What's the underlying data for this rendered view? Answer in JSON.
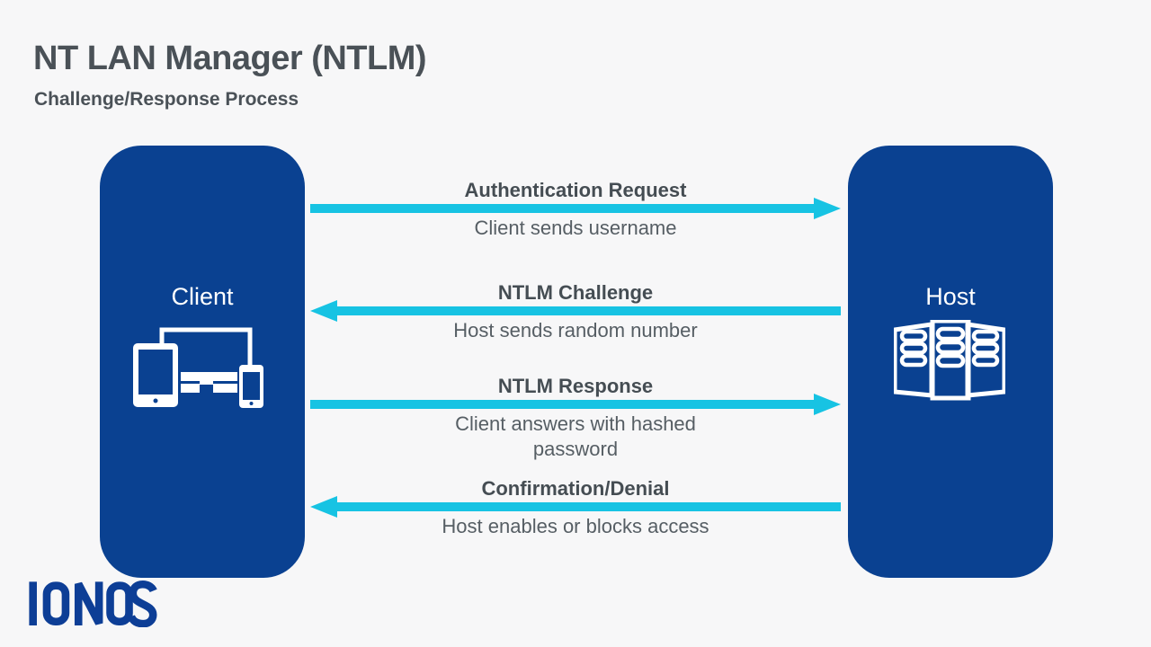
{
  "header": {
    "title": "NT LAN Manager (NTLM)",
    "subtitle": "Challenge/Response Process"
  },
  "nodes": {
    "client": {
      "label": "Client",
      "icon": "devices-icon"
    },
    "host": {
      "label": "Host",
      "icon": "server-rack-icon"
    }
  },
  "flows": [
    {
      "title": "Authentication Request",
      "description": "Client sends username",
      "direction": "right",
      "icon": "arrow-right-icon"
    },
    {
      "title": "NTLM Challenge",
      "description": "Host sends random number",
      "direction": "left",
      "icon": "arrow-left-icon"
    },
    {
      "title": "NTLM Response",
      "description": "Client answers with hashed password",
      "direction": "right",
      "icon": "arrow-right-icon"
    },
    {
      "title": "Confirmation/Denial",
      "description": "Host enables or blocks access",
      "direction": "left",
      "icon": "arrow-left-icon"
    }
  ],
  "footer": {
    "brand": "IONOS"
  },
  "colors": {
    "background": "#f7f7f8",
    "node_fill": "#0a4191",
    "arrow": "#17c3e3",
    "heading": "#4a5157",
    "body_text": "#565e64",
    "logo": "#0d3e96",
    "node_text": "#ffffff"
  }
}
